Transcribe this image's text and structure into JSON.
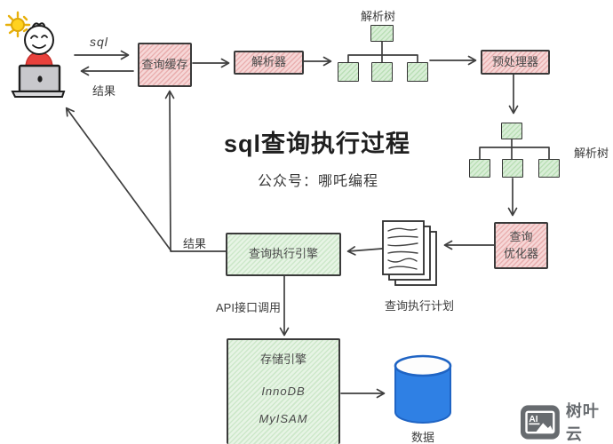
{
  "title": {
    "text": "sql查询执行过程",
    "subtitle": "公众号：哪吒编程"
  },
  "actor": {
    "sql_label": "sql",
    "result_label": "结果"
  },
  "nodes": {
    "query_cache": {
      "label": "查询缓存"
    },
    "parser": {
      "label": "解析器"
    },
    "parse_tree_top": {
      "label": "解析树"
    },
    "preprocessor": {
      "label": "预处理器"
    },
    "parse_tree_right": {
      "label": "解析树"
    },
    "query_optimizer": {
      "line1": "查询",
      "line2": "优化器"
    },
    "query_plan": {
      "label": "查询执行计划"
    },
    "query_engine": {
      "label": "查询执行引擎"
    },
    "storage_engine": {
      "label": "存储引擎",
      "engine1": "InnoDB",
      "engine2": "MyISAM"
    },
    "database": {
      "label": "数据"
    }
  },
  "edges": {
    "result_mid": "结果",
    "api_call": "API接口调用"
  },
  "watermark": {
    "logo": "AI",
    "brand": "树叶云"
  },
  "colors": {
    "pink_fill": "#f6d7d7",
    "pink_hatch": "#eab1b1",
    "green_fill": "#e7f4e5",
    "green_hatch": "#cde8ca",
    "database_blue": "#2f80e4",
    "ink": "#3f3f3f",
    "person_red": "#e8413c"
  }
}
